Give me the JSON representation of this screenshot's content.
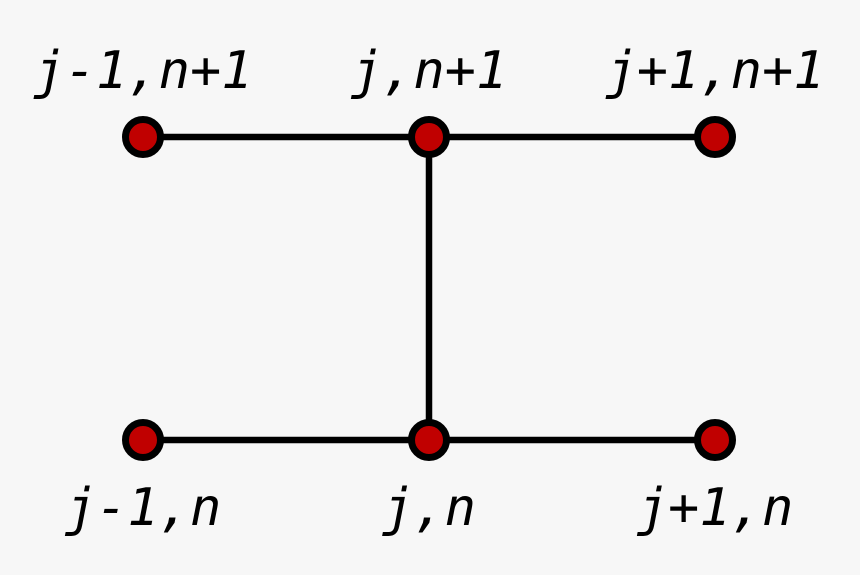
{
  "colors": {
    "node_fill": "#c00000",
    "stroke": "#000000",
    "background": "#f7f7f7"
  },
  "nodes": [
    {
      "id": "j-1,n+1",
      "label": "j-1,n+1"
    },
    {
      "id": "j,n+1",
      "label": "j,n+1"
    },
    {
      "id": "j+1,n+1",
      "label": "j+1,n+1"
    },
    {
      "id": "j-1,n",
      "label": "j-1,n"
    },
    {
      "id": "j,n",
      "label": "j,n"
    },
    {
      "id": "j+1,n",
      "label": "j+1,n"
    }
  ],
  "edges": [
    [
      "j-1,n+1",
      "j,n+1"
    ],
    [
      "j,n+1",
      "j+1,n+1"
    ],
    [
      "j,n+1",
      "j,n"
    ],
    [
      "j-1,n",
      "j,n"
    ],
    [
      "j,n",
      "j+1,n"
    ]
  ]
}
